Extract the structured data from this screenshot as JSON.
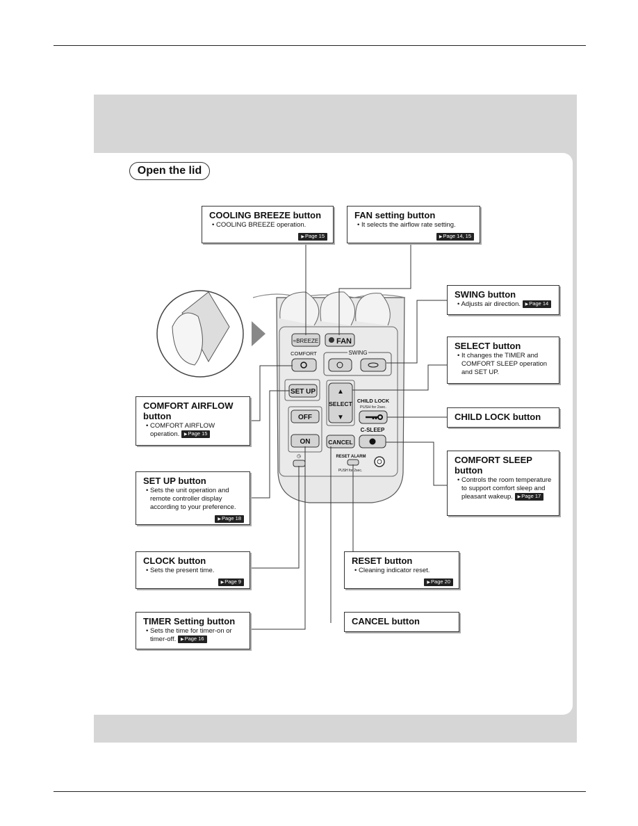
{
  "header": {
    "lid_label": "Open the lid"
  },
  "remote": {
    "breeze": "≈BREEZE",
    "fan": "FAN",
    "comfort": "COMFORT",
    "swing": "SWING",
    "setup": "SET UP",
    "select": "SELECT",
    "child_lock": "CHILD LOCK",
    "child_lock_sub": "PUSH for 2sec.",
    "off": "OFF",
    "on": "ON",
    "cancel": "CANCEL",
    "csleep": "C-SLEEP",
    "reset_alarm": "RESET ALARM",
    "reset_sub": "PUSH for 2sec."
  },
  "callouts": {
    "breeze": {
      "title": "COOLING BREEZE button",
      "desc": "COOLING BREEZE operation.",
      "ref": "Page 15"
    },
    "fan": {
      "title": "FAN setting button",
      "desc": "It selects the airflow rate setting.",
      "ref": "Page 14, 15"
    },
    "swing": {
      "title": "SWING button",
      "desc": "Adjusts air direction.",
      "ref": "Page 14"
    },
    "select": {
      "title": "SELECT button",
      "desc": "It changes the TIMER and COMFORT SLEEP operation and SET UP."
    },
    "comfort": {
      "title": "COMFORT AIRFLOW button",
      "desc": "COMFORT AIRFLOW operation.",
      "ref": "Page 15"
    },
    "child": {
      "title": "CHILD LOCK button"
    },
    "setup": {
      "title": "SET UP button",
      "desc": "Sets the unit operation and remote controller display according to your preference.",
      "ref": "Page 18"
    },
    "csleep": {
      "title": "COMFORT SLEEP button",
      "desc": "Controls the room temperature to support comfort sleep and pleasant wakeup.",
      "ref": "Page 17"
    },
    "clock": {
      "title": "CLOCK button",
      "desc": "Sets the present time.",
      "ref": "Page 9"
    },
    "reset": {
      "title": "RESET button",
      "desc": "Cleaning indicator reset.",
      "ref": "Page 20"
    },
    "timer": {
      "title": "TIMER Setting button",
      "desc": "Sets the time for timer-on or timer-off.",
      "ref": "Page 16"
    },
    "cancel": {
      "title": "CANCEL button"
    }
  },
  "colors": {
    "panel": "#d6d6d6",
    "remote_body": "#e8e8e8",
    "button": "#cfcfcf"
  }
}
